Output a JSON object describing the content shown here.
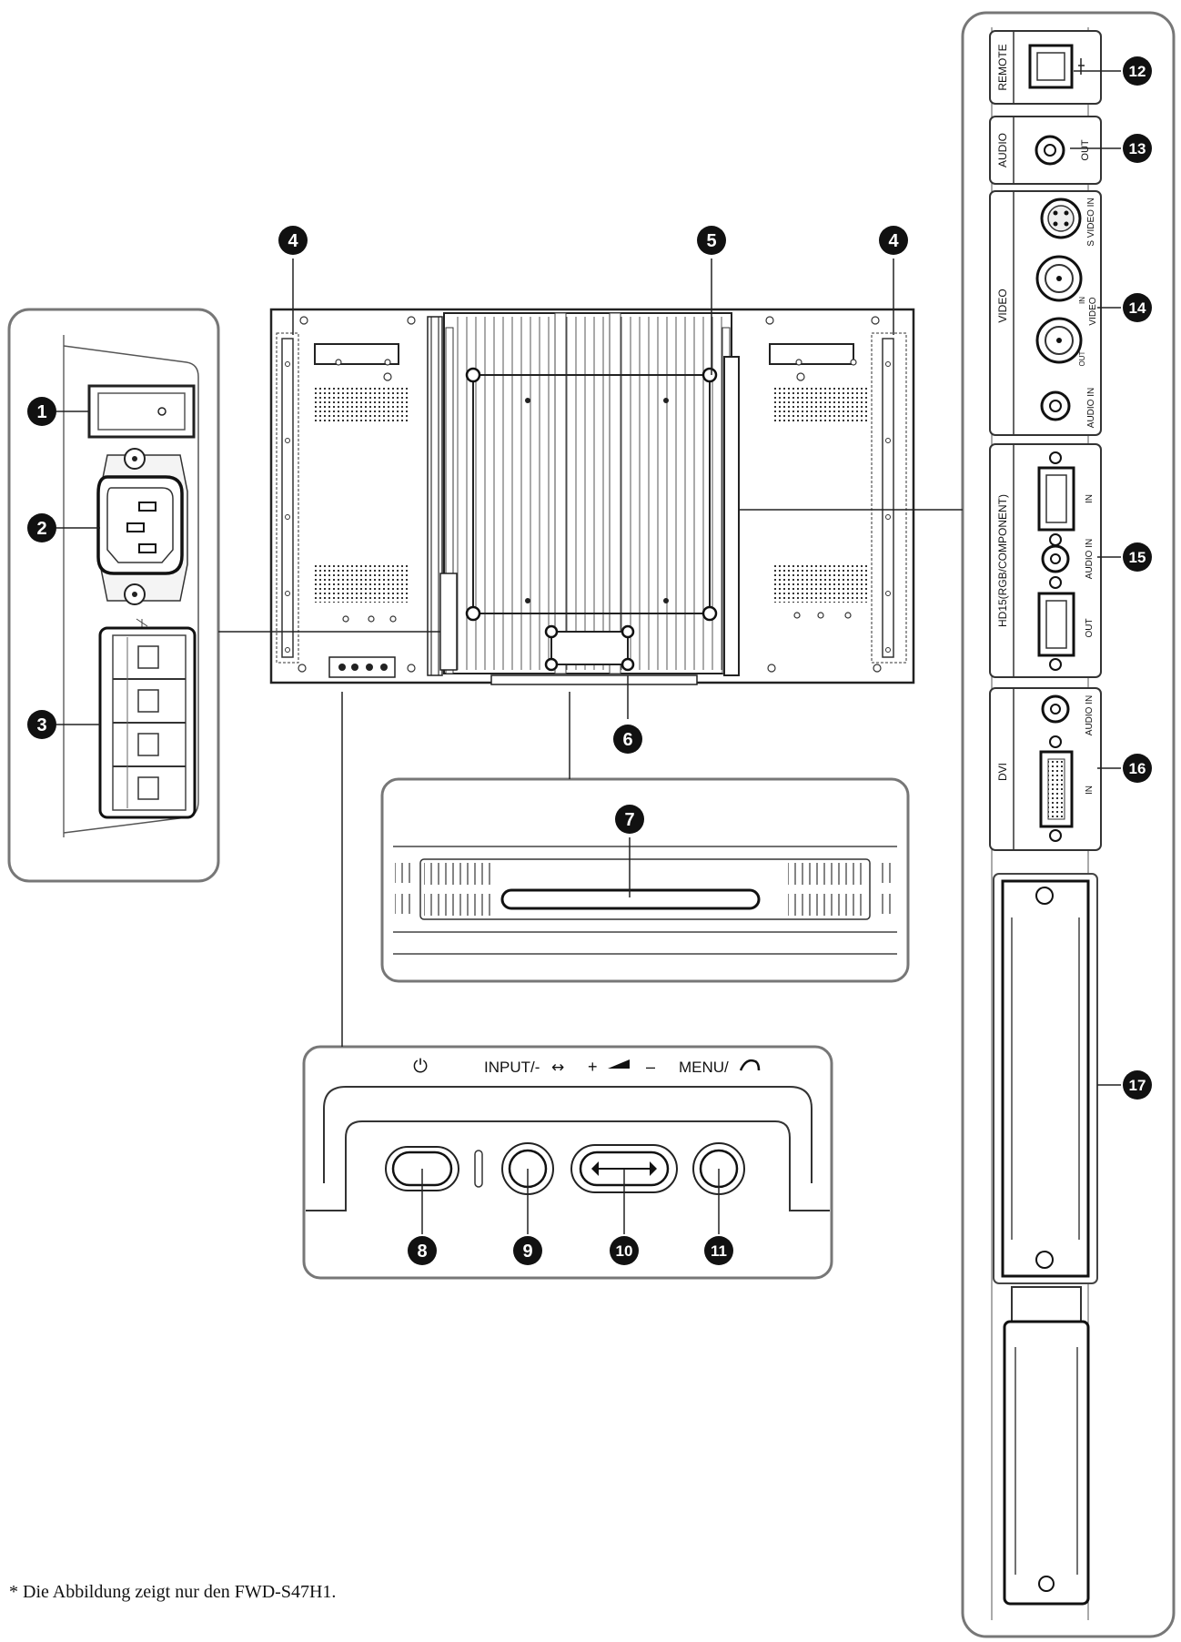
{
  "callouts": [
    "1",
    "2",
    "3",
    "4",
    "5",
    "6",
    "7",
    "8",
    "9",
    "10",
    "11",
    "12",
    "13",
    "14",
    "15",
    "16",
    "17"
  ],
  "buttons_panel": {
    "power_symbol": "⏻",
    "input_label": "INPUT/-",
    "input_symbol": "↔",
    "vol_plus": "+",
    "vol_minus": "–",
    "menu_label": "MENU/"
  },
  "connectors": {
    "remote": "REMOTE",
    "audio": "AUDIO",
    "audio_out": "OUT",
    "video": "VIDEO",
    "s_video_in": "S VIDEO IN",
    "video_in": "IN",
    "video_word": "VIDEO",
    "video_out": "OUT",
    "video_audio_in": "AUDIO IN",
    "hd15": "HD15(RGB/COMPONENT)",
    "hd15_in": "IN",
    "hd15_audio_in": "AUDIO IN",
    "hd15_out": "OUT",
    "dvi": "DVI",
    "dvi_audio_in": "AUDIO IN",
    "dvi_in": "IN"
  },
  "footnote": "* Die Abbildung zeigt nur den FWD-S47H1."
}
